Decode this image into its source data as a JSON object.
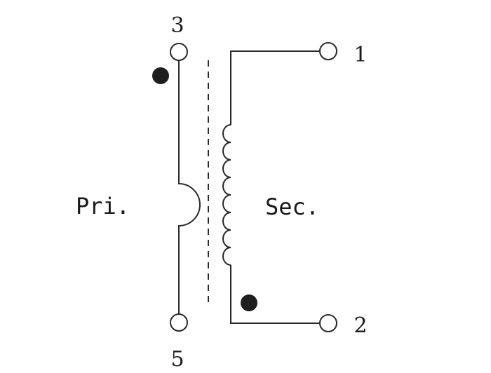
{
  "pins": {
    "pin3": "3",
    "pin5": "5",
    "pin1": "1",
    "pin2": "2"
  },
  "windings": {
    "primary_label": "Pri.",
    "secondary_label": "Sec."
  },
  "colors": {
    "line": "#2a2a2a",
    "dot": "#1e1e1e",
    "background": "#ffffff"
  }
}
